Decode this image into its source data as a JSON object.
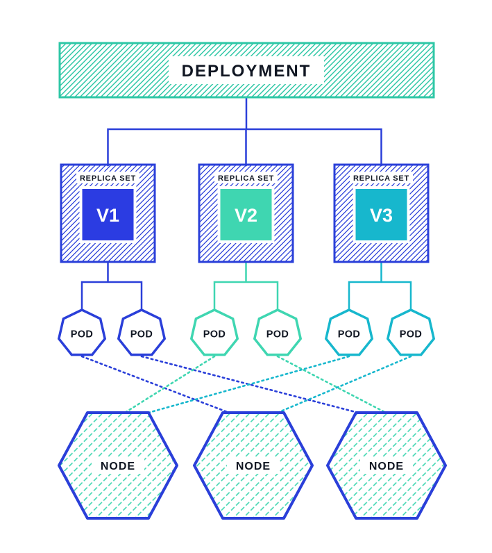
{
  "colors": {
    "blue": "#2a3fd9",
    "teal": "#2ec7a6",
    "mint": "#3fd6b1",
    "cyan": "#17b7cd",
    "ink": "#101622",
    "white": "#ffffff"
  },
  "deployment": {
    "label": "DEPLOYMENT"
  },
  "replica_sets": [
    {
      "label": "REPLICA SET",
      "version": "V1",
      "fill": "#2b3ce2"
    },
    {
      "label": "REPLICA SET",
      "version": "V2",
      "fill": "#3fd6b1"
    },
    {
      "label": "REPLICA SET",
      "version": "V3",
      "fill": "#17b7cd"
    }
  ],
  "pods": [
    {
      "label": "POD",
      "stroke": "#2a3fd9"
    },
    {
      "label": "POD",
      "stroke": "#2a3fd9"
    },
    {
      "label": "POD",
      "stroke": "#3fd6b1"
    },
    {
      "label": "POD",
      "stroke": "#3fd6b1"
    },
    {
      "label": "POD",
      "stroke": "#17b7cd"
    },
    {
      "label": "POD",
      "stroke": "#17b7cd"
    }
  ],
  "nodes": [
    {
      "label": "NODE"
    },
    {
      "label": "NODE"
    },
    {
      "label": "NODE"
    }
  ],
  "links": [
    {
      "from": "pod-1",
      "to": "node-2",
      "color": "#2a3fd9"
    },
    {
      "from": "pod-2",
      "to": "node-3",
      "color": "#2a3fd9"
    },
    {
      "from": "pod-3",
      "to": "node-1",
      "color": "#3fd6b1"
    },
    {
      "from": "pod-4",
      "to": "node-3",
      "color": "#3fd6b1"
    },
    {
      "from": "pod-5",
      "to": "node-1",
      "color": "#17b7cd"
    },
    {
      "from": "pod-6",
      "to": "node-2",
      "color": "#17b7cd"
    }
  ]
}
